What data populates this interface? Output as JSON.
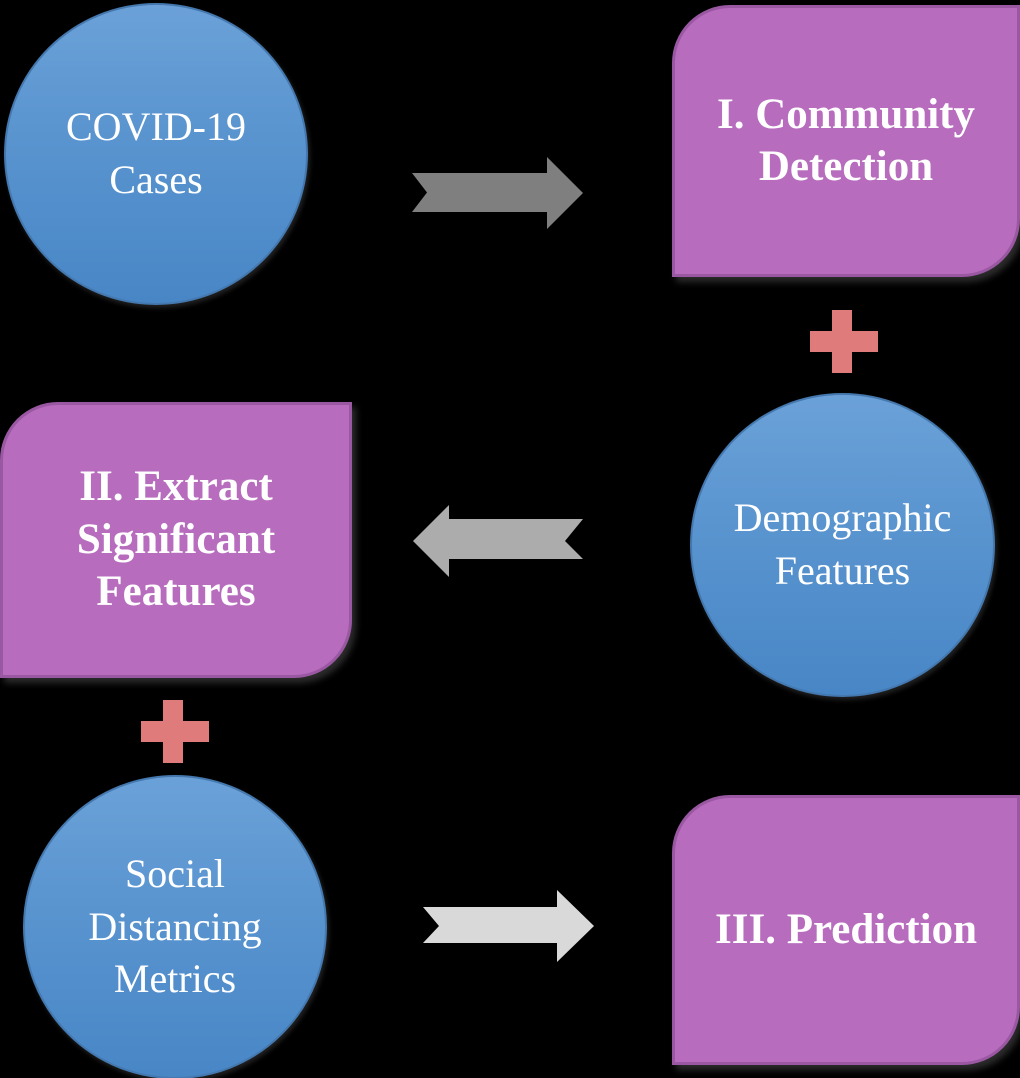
{
  "palette": {
    "background": "#000000",
    "circle_fill_top": "#6BA1D8",
    "circle_fill_bottom": "#4886C6",
    "circle_border": "#4478AE",
    "rect_fill": "#B76CBE",
    "rect_border": "#9A57A2",
    "plus_color": "#E07B7B",
    "arrow_top_color": "#7F7F7F",
    "arrow_middle_color": "#ACACAC",
    "arrow_bottom_color": "#D9D9D9",
    "text_color": "#FFFFFF"
  },
  "nodes": {
    "covid_cases": {
      "shape": "circle",
      "lines": [
        "COVID-19",
        "Cases"
      ]
    },
    "community_detection": {
      "shape": "rounded-rect",
      "lines": [
        "I. Community",
        "Detection"
      ]
    },
    "demographic_features": {
      "shape": "circle",
      "lines": [
        "Demographic",
        "Features"
      ]
    },
    "extract_features": {
      "shape": "rounded-rect",
      "lines": [
        "II. Extract",
        "Significant",
        "Features"
      ]
    },
    "social_distancing": {
      "shape": "circle",
      "lines": [
        "Social",
        "Distancing",
        "Metrics"
      ]
    },
    "prediction": {
      "shape": "rounded-rect",
      "lines": [
        "III. Prediction"
      ]
    }
  },
  "connectors": {
    "arrow_top": {
      "type": "notched-arrow",
      "direction": "right",
      "from": "covid_cases",
      "to": "community_detection",
      "color": "#7F7F7F"
    },
    "plus_top": {
      "type": "plus",
      "joins": [
        "community_detection",
        "demographic_features"
      ],
      "color": "#E07B7B"
    },
    "arrow_middle": {
      "type": "notched-arrow",
      "direction": "left",
      "from": "demographic_features",
      "to": "extract_features",
      "color": "#ACACAC"
    },
    "plus_bottom": {
      "type": "plus",
      "joins": [
        "extract_features",
        "social_distancing"
      ],
      "color": "#E07B7B"
    },
    "arrow_bottom": {
      "type": "notched-arrow",
      "direction": "right",
      "from": "social_distancing",
      "to": "prediction",
      "color": "#D9D9D9"
    }
  }
}
